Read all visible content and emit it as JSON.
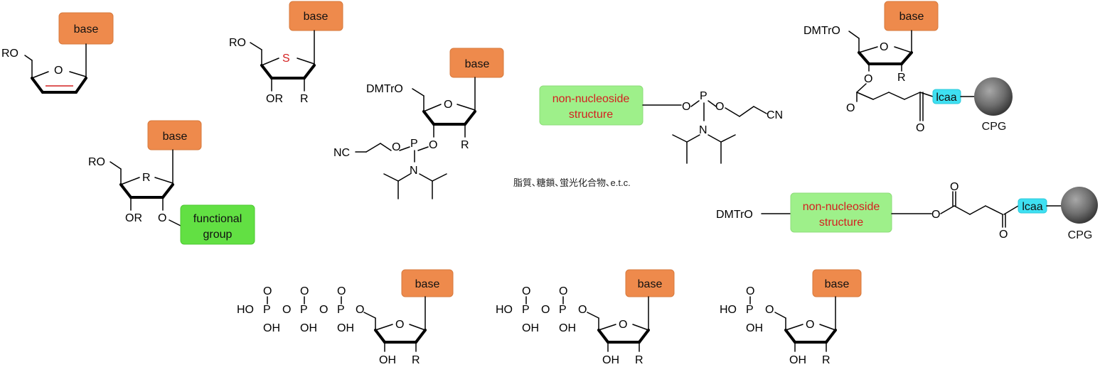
{
  "labels": {
    "base": "base",
    "functional_group_line1": "functional",
    "functional_group_line2": "group",
    "non_nucleoside_line1": "non-nucleoside",
    "non_nucleoside_line2": "structure",
    "lcaa": "lcaa",
    "cpg": "CPG",
    "caption": "脂質､糖鎖､蛍光化合物､e.t.c."
  },
  "atoms": {
    "RO": "RO",
    "OR": "OR",
    "R": "R",
    "O": "O",
    "S": "S",
    "DMTrO": "DMTrO",
    "NC": "NC",
    "CN": "CN",
    "P": "P",
    "N": "N",
    "HO": "HO",
    "OH": "OH"
  },
  "colors": {
    "base_box": "#EE8A4C",
    "functional_group_box": "#62E043",
    "non_nucleoside_box": "#9EF08A",
    "lcaa_box": "#3EE0F2",
    "sulfur_text": "#D42020",
    "non_nucleoside_text": "#D42020",
    "double_bond": "#D42020",
    "cpg_sphere": "#707070"
  }
}
